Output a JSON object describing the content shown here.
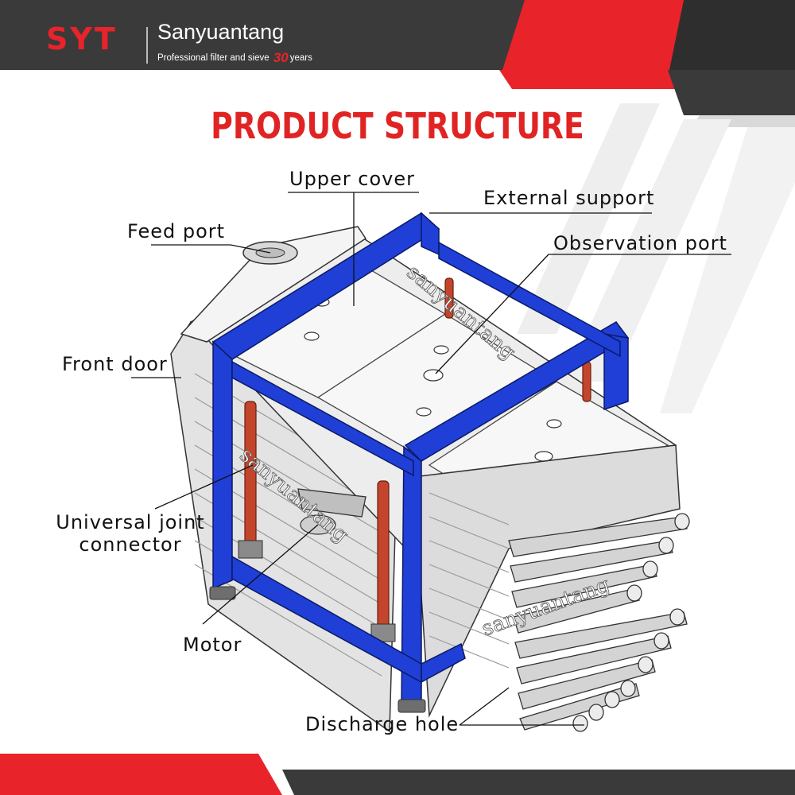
{
  "brand": {
    "logo": "SYT",
    "name": "Sanyuantang",
    "tagline_prefix": "Professional filter and sieve",
    "tagline_number": "30",
    "tagline_suffix": "years"
  },
  "title": "PRODUCT STRUCTURE",
  "labels": {
    "upper_cover": "Upper cover",
    "external_support": "External support",
    "feed_port": "Feed port",
    "observation_port": "Observation port",
    "front_door": "Front door",
    "universal_joint": "Universal joint connector",
    "motor": "Motor",
    "discharge_hole": "Discharge hole"
  },
  "watermark": "sanyuantang",
  "colors": {
    "accent_red": "#e8232a",
    "header_dark": "#3a3a3a",
    "frame_blue": "#1f3fd6",
    "joint_red": "#c2452c",
    "machine_gray": "#d2d2d2"
  },
  "icons": [
    "logo-mark"
  ]
}
